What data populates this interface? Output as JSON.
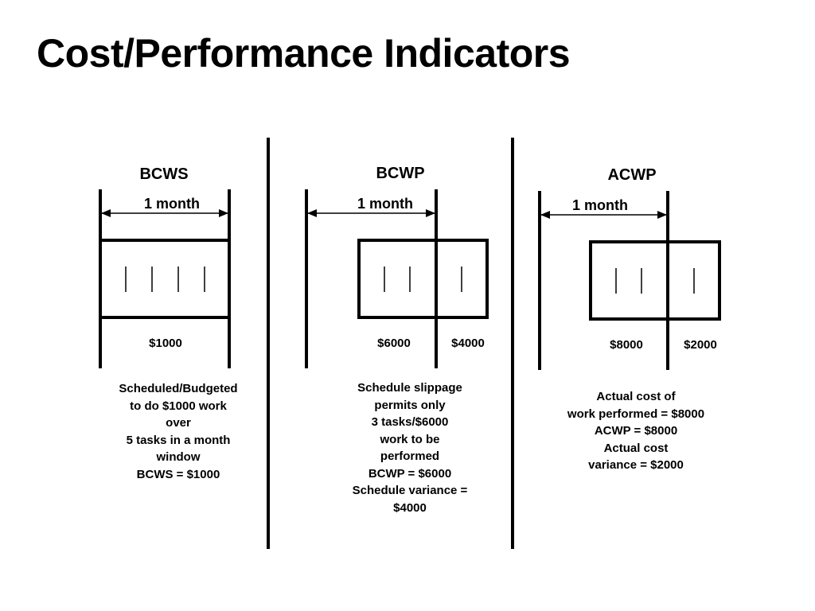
{
  "slide": {
    "title": "Cost/Performance Indicators"
  },
  "panels": [
    {
      "id": "bcws",
      "heading": "BCWS",
      "duration": "1 month",
      "amounts": [
        "$1000"
      ],
      "task_marks": 4,
      "description": [
        "Scheduled/Budgeted",
        "to do $1000 work",
        "over",
        "5 tasks in a month",
        "window",
        "BCWS = $1000"
      ]
    },
    {
      "id": "bcwp",
      "heading": "BCWP",
      "duration": "1 month",
      "amounts": [
        "$6000",
        "$4000"
      ],
      "task_marks": 3,
      "description": [
        "Schedule slippage",
        "permits only",
        "3 tasks/$6000",
        "work to be",
        "performed",
        "BCWP = $6000",
        "Schedule variance =",
        "$4000"
      ]
    },
    {
      "id": "acwp",
      "heading": "ACWP",
      "duration": "1 month",
      "amounts": [
        "$8000",
        "$2000"
      ],
      "task_marks": 3,
      "description": [
        "Actual cost of",
        "work performed = $8000",
        "ACWP = $8000",
        "Actual cost",
        "variance = $2000"
      ]
    }
  ]
}
